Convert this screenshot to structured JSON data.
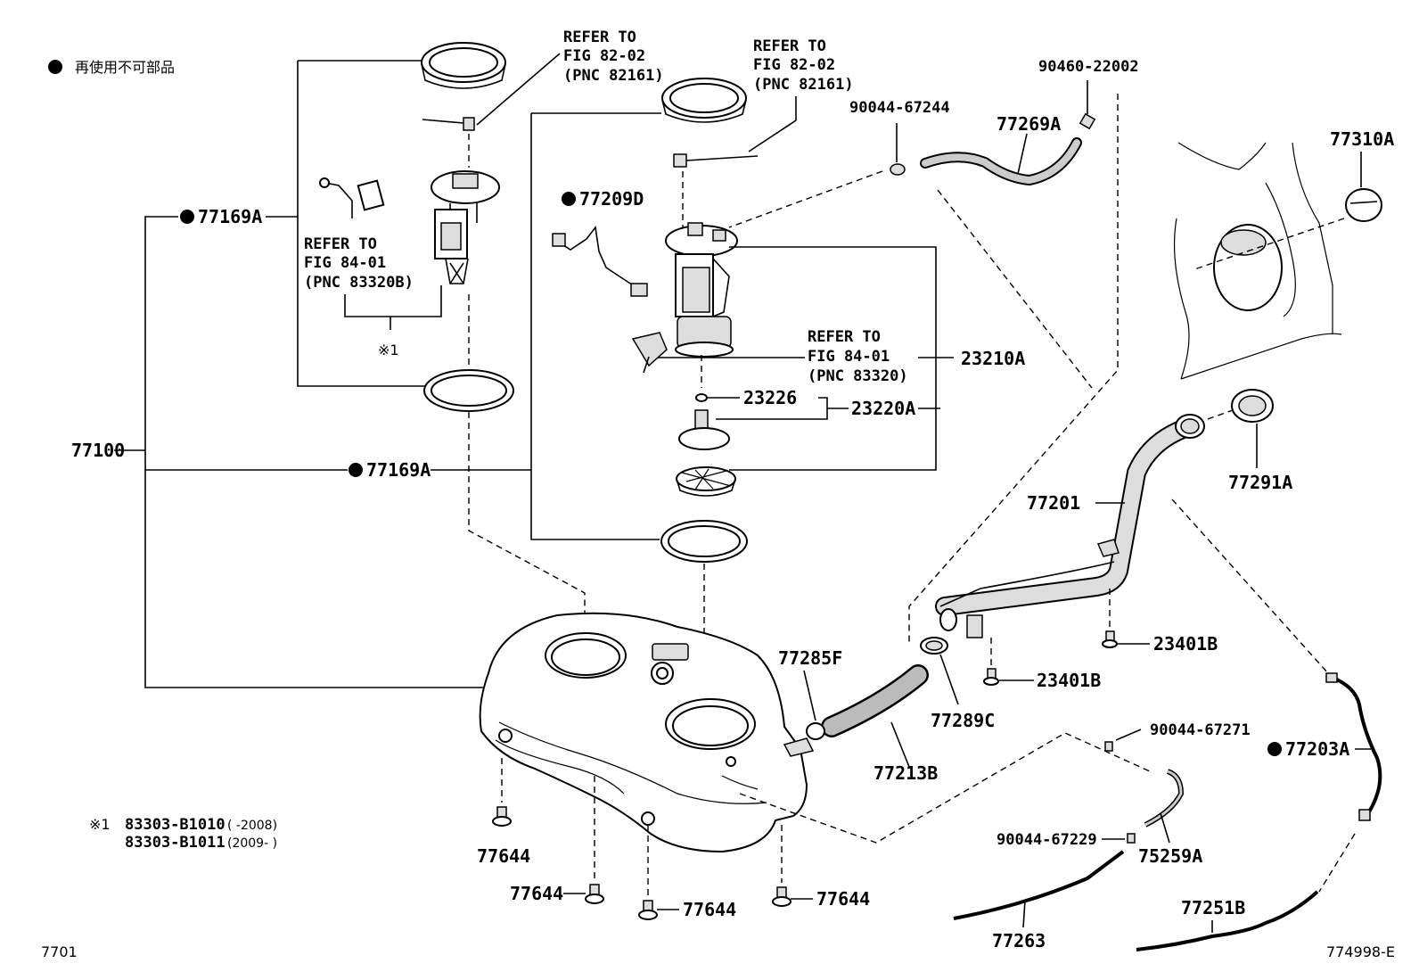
{
  "legend": {
    "bullet_text": "再使用不可部品"
  },
  "refs": {
    "ref1": [
      "REFER TO",
      "FIG 82-02",
      "(PNC 82161)"
    ],
    "ref2": [
      "REFER TO",
      "FIG 82-02",
      "(PNC 82161)"
    ],
    "ref3": [
      "REFER TO",
      "FIG 84-01",
      "(PNC 83320B)"
    ],
    "ref4": [
      "REFER TO",
      "FIG 84-01",
      "(PNC 83320)"
    ]
  },
  "parts": {
    "p77169A_top": "77169A",
    "p77169A_mid": "77169A",
    "p77100": "77100",
    "p77209D": "77209D",
    "p23210A": "23210A",
    "p23226": "23226",
    "p23220A": "23220A",
    "p90044_67244": "90044-67244",
    "p77269A": "77269A",
    "p90460_22002": "90460-22002",
    "p77310A": "77310A",
    "p77291A": "77291A",
    "p77201": "77201",
    "p23401B_a": "23401B",
    "p23401B_b": "23401B",
    "p77285F": "77285F",
    "p77289C": "77289C",
    "p77213B": "77213B",
    "p90044_67271": "90044-67271",
    "p77203A": "77203A",
    "p90044_67229": "90044-67229",
    "p75259A": "75259A",
    "p77263": "77263",
    "p77251B": "77251B",
    "p77644_a": "77644",
    "p77644_b": "77644",
    "p77644_c": "77644",
    "p77644_d": "77644"
  },
  "footnote": {
    "mark": "※1",
    "mark_near_part": "※1",
    "line1_part": "83303-B1010",
    "line1_range": "(      -2008)",
    "line2_part": "83303-B1011",
    "line2_range": "(2009-      )"
  },
  "page_code_left": "7701",
  "page_code_right": "774998-E"
}
